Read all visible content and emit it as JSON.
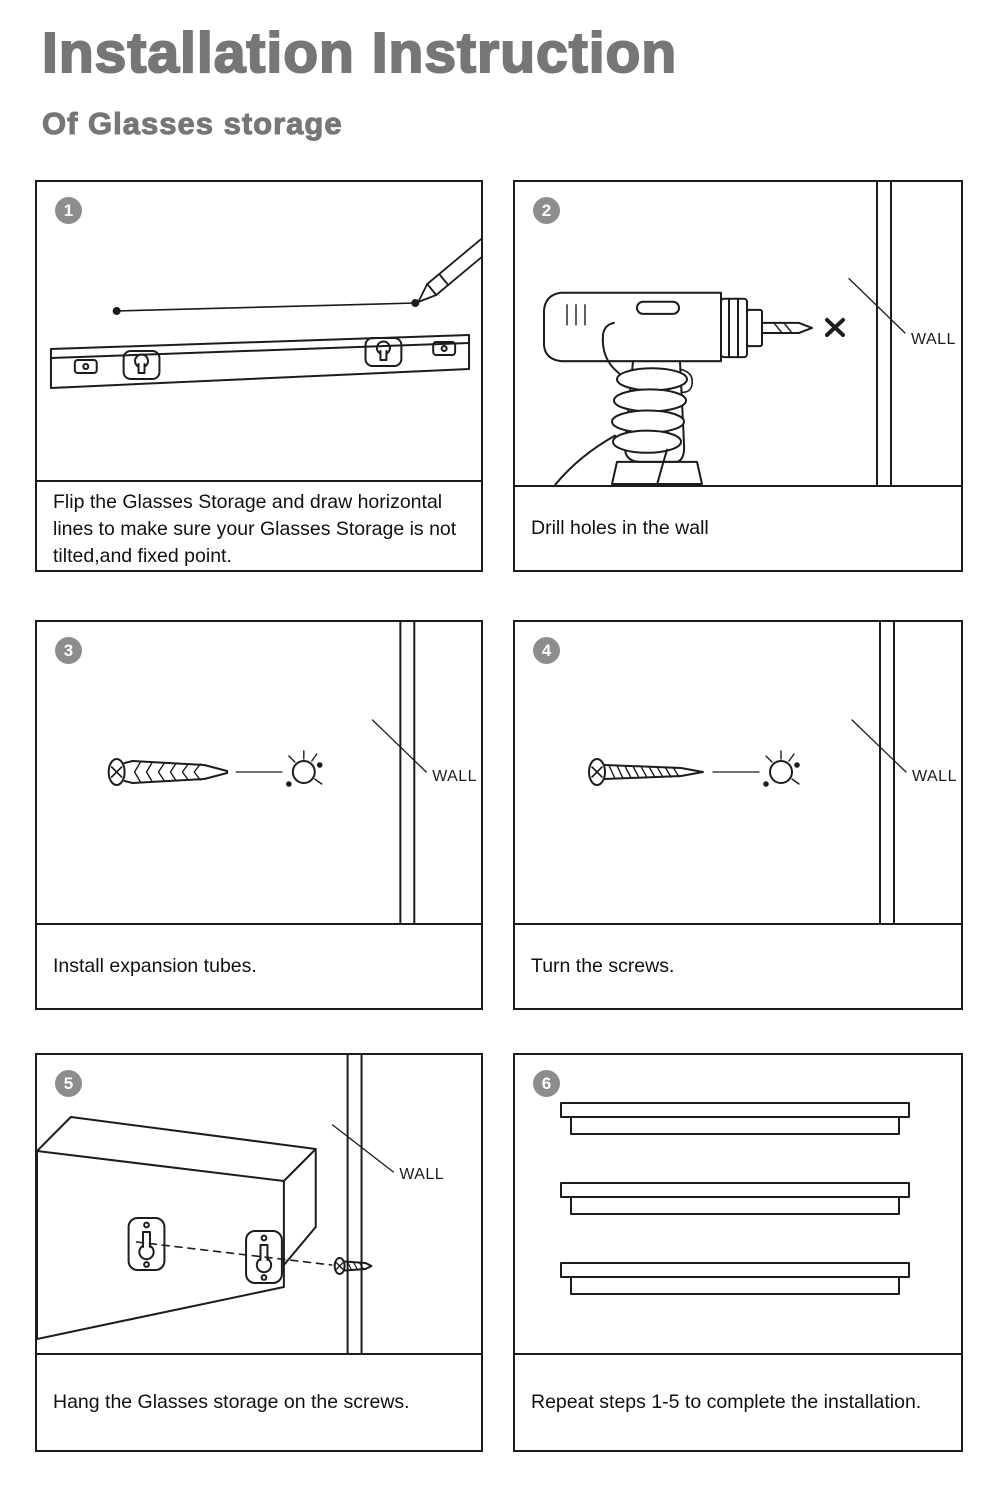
{
  "header": {
    "title": "Installation Instruction",
    "subtitle": "Of Glasses storage"
  },
  "panels": [
    {
      "number": "1",
      "caption": "Flip the Glasses Storage and draw horizontal lines to make sure your Glasses Storage is not tilted,and fixed point."
    },
    {
      "number": "2",
      "caption": "Drill holes in the wall",
      "wall_label": "WALL"
    },
    {
      "number": "3",
      "caption": "Install expansion tubes.",
      "wall_label": "WALL"
    },
    {
      "number": "4",
      "caption": "Turn the screws.",
      "wall_label": "WALL"
    },
    {
      "number": "5",
      "caption": "Hang the Glasses storage on the screws.",
      "wall_label": "WALL"
    },
    {
      "number": "6",
      "caption": "Repeat steps 1-5 to complete the installation."
    }
  ],
  "colors": {
    "title_gray": "#767676",
    "badge_gray": "#8d8d8d",
    "line_black": "#1c1c1c",
    "background": "#ffffff"
  }
}
